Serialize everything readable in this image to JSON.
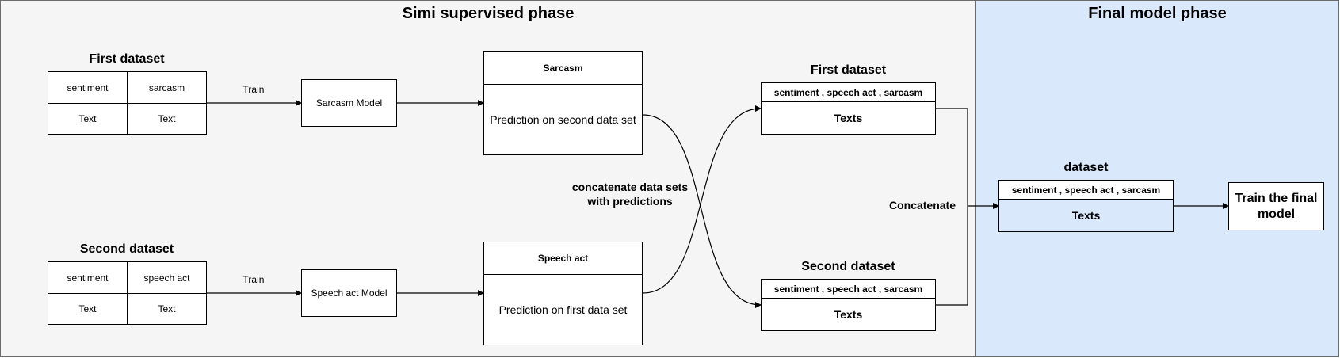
{
  "phases": {
    "semi_supervised": {
      "title": "Simi supervised phase",
      "color": "#f5f5f5"
    },
    "final": {
      "title": "Final model phase",
      "color": "#dae8fc"
    }
  },
  "first_dataset_table": {
    "title": "First dataset",
    "columns": [
      {
        "header": "sentiment",
        "value": "Text"
      },
      {
        "header": "sarcasm",
        "value": "Text"
      }
    ]
  },
  "second_dataset_table": {
    "title": "Second dataset",
    "columns": [
      {
        "header": "sentiment",
        "value": "Text"
      },
      {
        "header": "speech act",
        "value": "Text"
      }
    ]
  },
  "train_label_top": "Train",
  "train_label_bottom": "Train",
  "sarcasm_model": "Sarcasm Model",
  "speech_act_model": "Speech act Model",
  "sarcasm_prediction": {
    "header": "Sarcasm",
    "body": "Prediction on second data set"
  },
  "speech_act_prediction": {
    "header": "Speech act",
    "body": "Prediction on first data set"
  },
  "concat_predictions_label": "concatenate data sets\nwith predictions",
  "first_dataset_result": {
    "title": "First dataset",
    "header": "sentiment , speech act , sarcasm",
    "body": "Texts"
  },
  "second_dataset_result": {
    "title": "Second dataset",
    "header": "sentiment , speech act , sarcasm",
    "body": "Texts"
  },
  "concatenate_label": "Concatenate",
  "final_dataset": {
    "title": "dataset",
    "header": "sentiment , speech act , sarcasm",
    "body": "Texts"
  },
  "train_final_model": "Train the final model"
}
